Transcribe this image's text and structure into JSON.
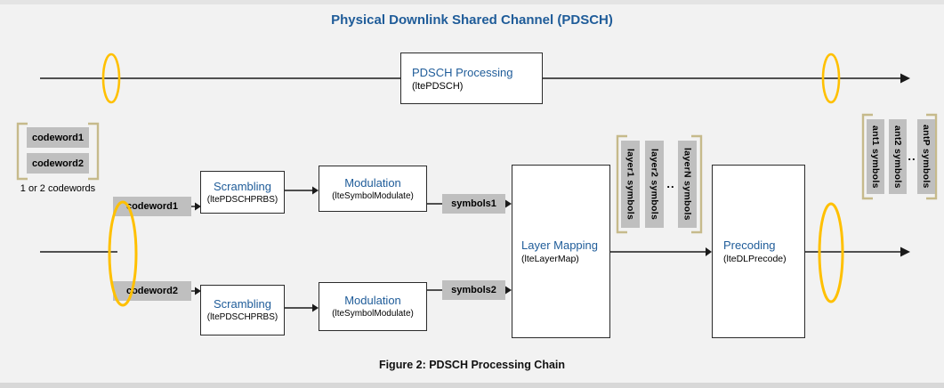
{
  "page": {
    "title": "Physical Downlink Shared Channel (PDSCH)",
    "caption": "Figure 2: PDSCH Processing Chain"
  },
  "top_flow": {
    "pdsch_box": {
      "label": "PDSCH Processing",
      "function": "(ltePDSCH)"
    }
  },
  "codeword_input": {
    "items": [
      "codeword1",
      "codeword2"
    ],
    "note": "1 or 2 codewords"
  },
  "chain1": {
    "codeword": "codeword1",
    "scrambling": {
      "label": "Scrambling",
      "function": "(ltePDSCHPRBS)"
    },
    "modulation": {
      "label": "Modulation",
      "function": "(lteSymbolModulate)"
    },
    "symbols": "symbols1"
  },
  "chain2": {
    "codeword": "codeword2",
    "scrambling": {
      "label": "Scrambling",
      "function": "(ltePDSCHPRBS)"
    },
    "modulation": {
      "label": "Modulation",
      "function": "(lteSymbolModulate)"
    },
    "symbols": "symbols2"
  },
  "layer_mapping": {
    "label": "Layer Mapping",
    "function": "(lteLayerMap)"
  },
  "precoding": {
    "label": "Precoding",
    "function": "(lteDLPrecode)"
  },
  "layer_symbols": {
    "items": [
      "layer1 symbols",
      "layer2 symbols",
      "layerN symbols"
    ],
    "ellipsis": ".."
  },
  "antenna_symbols": {
    "items": [
      "ant1 symbols",
      "ant2 symbols",
      "antP symbols"
    ],
    "ellipsis": ".."
  },
  "colors": {
    "heading_blue": "#1F5C99",
    "box_label_blue": "#1F5C99",
    "highlight_yellow": "#FFC000",
    "label_gray": "#BFBFBF",
    "bracket_tan": "#C6BA8B",
    "background_gray": "#F2F2F2"
  }
}
